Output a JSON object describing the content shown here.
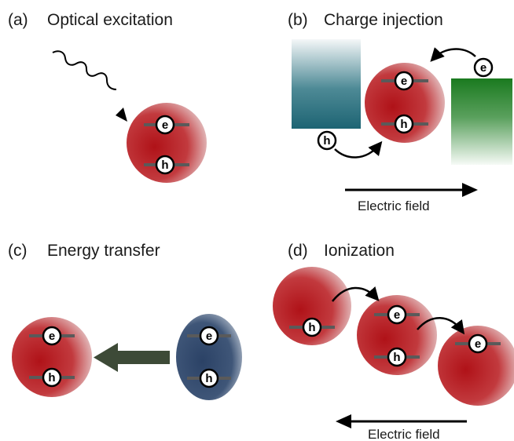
{
  "panels": {
    "a": {
      "letter": "(a)",
      "title": "Optical excitation"
    },
    "b": {
      "letter": "(b)",
      "title": "Charge injection",
      "field_label": "Electric field"
    },
    "c": {
      "letter": "(c)",
      "title": "Energy transfer"
    },
    "d": {
      "letter": "(d)",
      "title": "Ionization",
      "field_label": "Electric field"
    }
  },
  "carriers": {
    "electron": "e",
    "hole": "h"
  },
  "colors": {
    "quantum_dot_red": "#c0272d",
    "quantum_dot_blue": "#2e4b70",
    "hole_transport_teal": "#1d6473",
    "electron_transport_green": "#1a7a1f",
    "energy_arrow": "#3d4a37",
    "line": "#000000"
  }
}
